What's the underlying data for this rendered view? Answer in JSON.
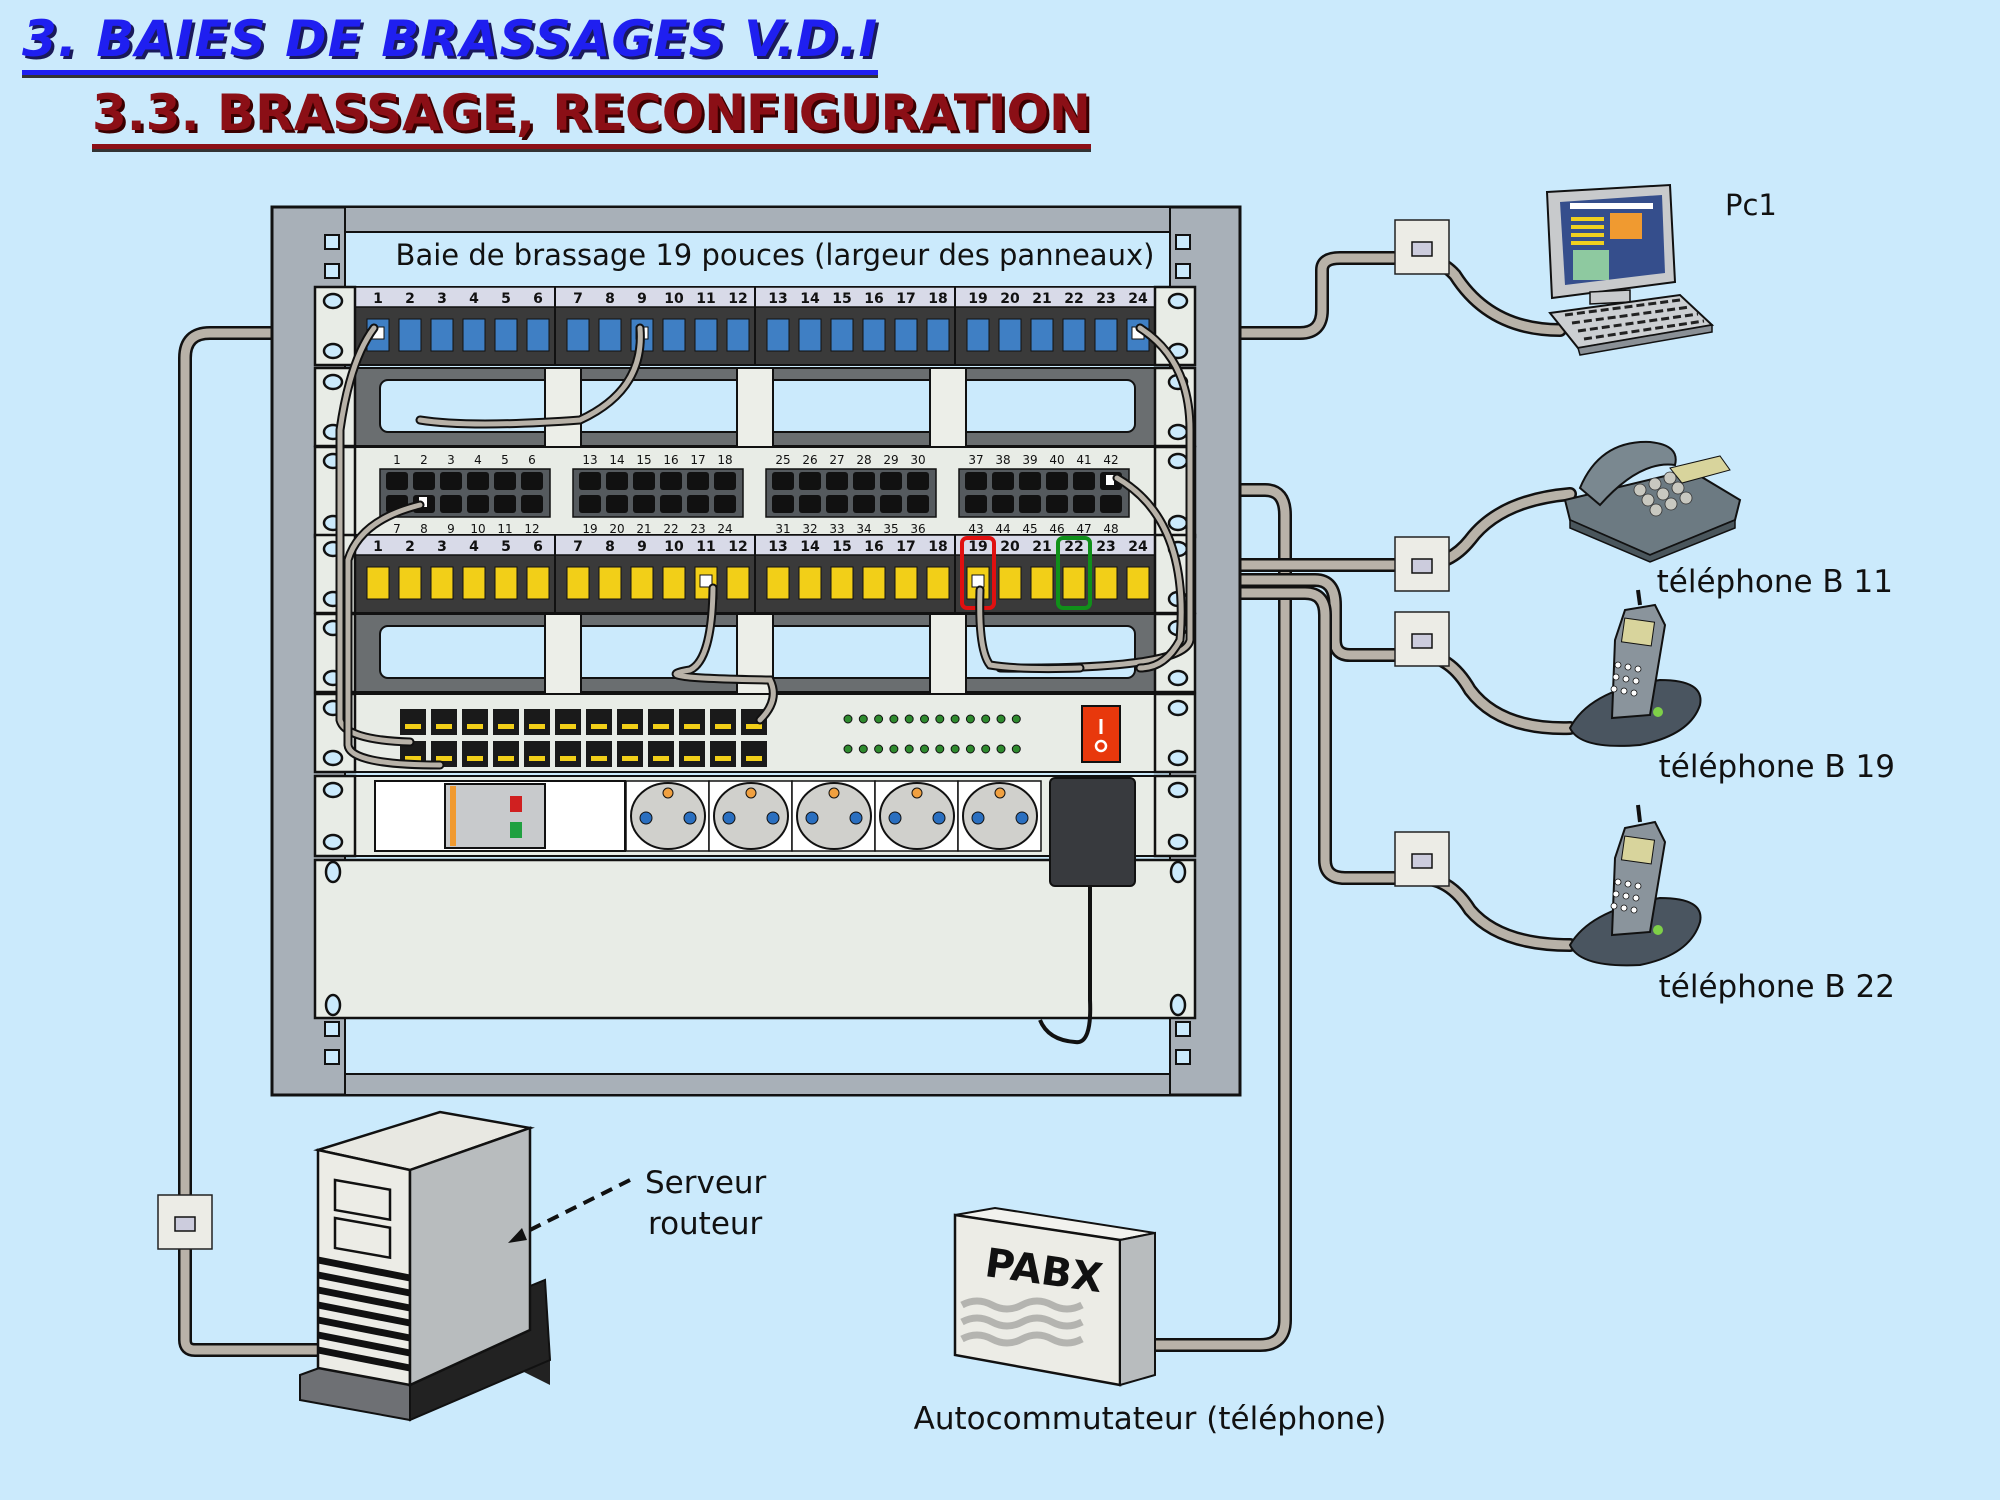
{
  "slide": {
    "title": "3. BAIES DE BRASSAGES V.D.I",
    "subtitle": "3.3. BRASSAGE, RECONFIGURATION",
    "colors": {
      "background": "#cbeafc",
      "title": "#1f1ff0",
      "subtitle": "#8b0f16",
      "cable": "#b8b2a8",
      "frame": "#a8b0b8"
    }
  },
  "rack": {
    "header_label": "Baie de brassage 19 pouces (largeur des panneaux)",
    "data_patch_panel": {
      "port_color": "#3f7fc4",
      "groups": [
        [
          "1",
          "2",
          "3",
          "4",
          "5",
          "6"
        ],
        [
          "7",
          "8",
          "9",
          "10",
          "11",
          "12"
        ],
        [
          "13",
          "14",
          "15",
          "16",
          "17",
          "18"
        ],
        [
          "19",
          "20",
          "21",
          "22",
          "23",
          "24"
        ]
      ],
      "patched_ports": [
        "1",
        "9",
        "24"
      ]
    },
    "switch": {
      "top_labels": [
        [
          "1",
          "2",
          "3",
          "4",
          "5",
          "6"
        ],
        [
          "13",
          "14",
          "15",
          "16",
          "17",
          "18"
        ],
        [
          "25",
          "26",
          "27",
          "28",
          "29",
          "30"
        ],
        [
          "37",
          "38",
          "39",
          "40",
          "41",
          "42"
        ]
      ],
      "bottom_labels": [
        [
          "7",
          "8",
          "9",
          "10",
          "11",
          "12"
        ],
        [
          "19",
          "20",
          "21",
          "22",
          "23",
          "24"
        ],
        [
          "31",
          "32",
          "33",
          "34",
          "35",
          "36"
        ],
        [
          "43",
          "44",
          "45",
          "46",
          "47",
          "48"
        ]
      ],
      "patched_ports": [
        "8",
        "42"
      ]
    },
    "phone_patch_panel": {
      "port_color": "#f2cf18",
      "groups": [
        [
          "1",
          "2",
          "3",
          "4",
          "5",
          "6"
        ],
        [
          "7",
          "8",
          "9",
          "10",
          "11",
          "12"
        ],
        [
          "13",
          "14",
          "15",
          "16",
          "17",
          "18"
        ],
        [
          "19",
          "20",
          "21",
          "22",
          "23",
          "24"
        ]
      ],
      "patched_ports": [
        "11",
        "19"
      ],
      "highlighted": [
        {
          "port": "19",
          "color": "#e01010"
        },
        {
          "port": "22",
          "color": "#10901a"
        }
      ]
    },
    "pabx_panel": {
      "top_ports": 12,
      "bottom_ports": 12,
      "led_rows": 2,
      "leds_per_row": 12,
      "led_color": "#2e8b2e"
    },
    "power_strip": {
      "sockets": 5,
      "switch_color": "#e8380c"
    }
  },
  "devices": {
    "pc": {
      "label": "Pc1"
    },
    "phone_b11": {
      "label": "téléphone B 11"
    },
    "phone_b19": {
      "label": "téléphone  B 19"
    },
    "phone_b22": {
      "label": "téléphone B 22"
    },
    "server": {
      "label_line1": "Serveur",
      "label_line2": "routeur"
    },
    "pabx": {
      "box_text": "PABX",
      "label": "Autocommutateur (téléphone)"
    }
  }
}
